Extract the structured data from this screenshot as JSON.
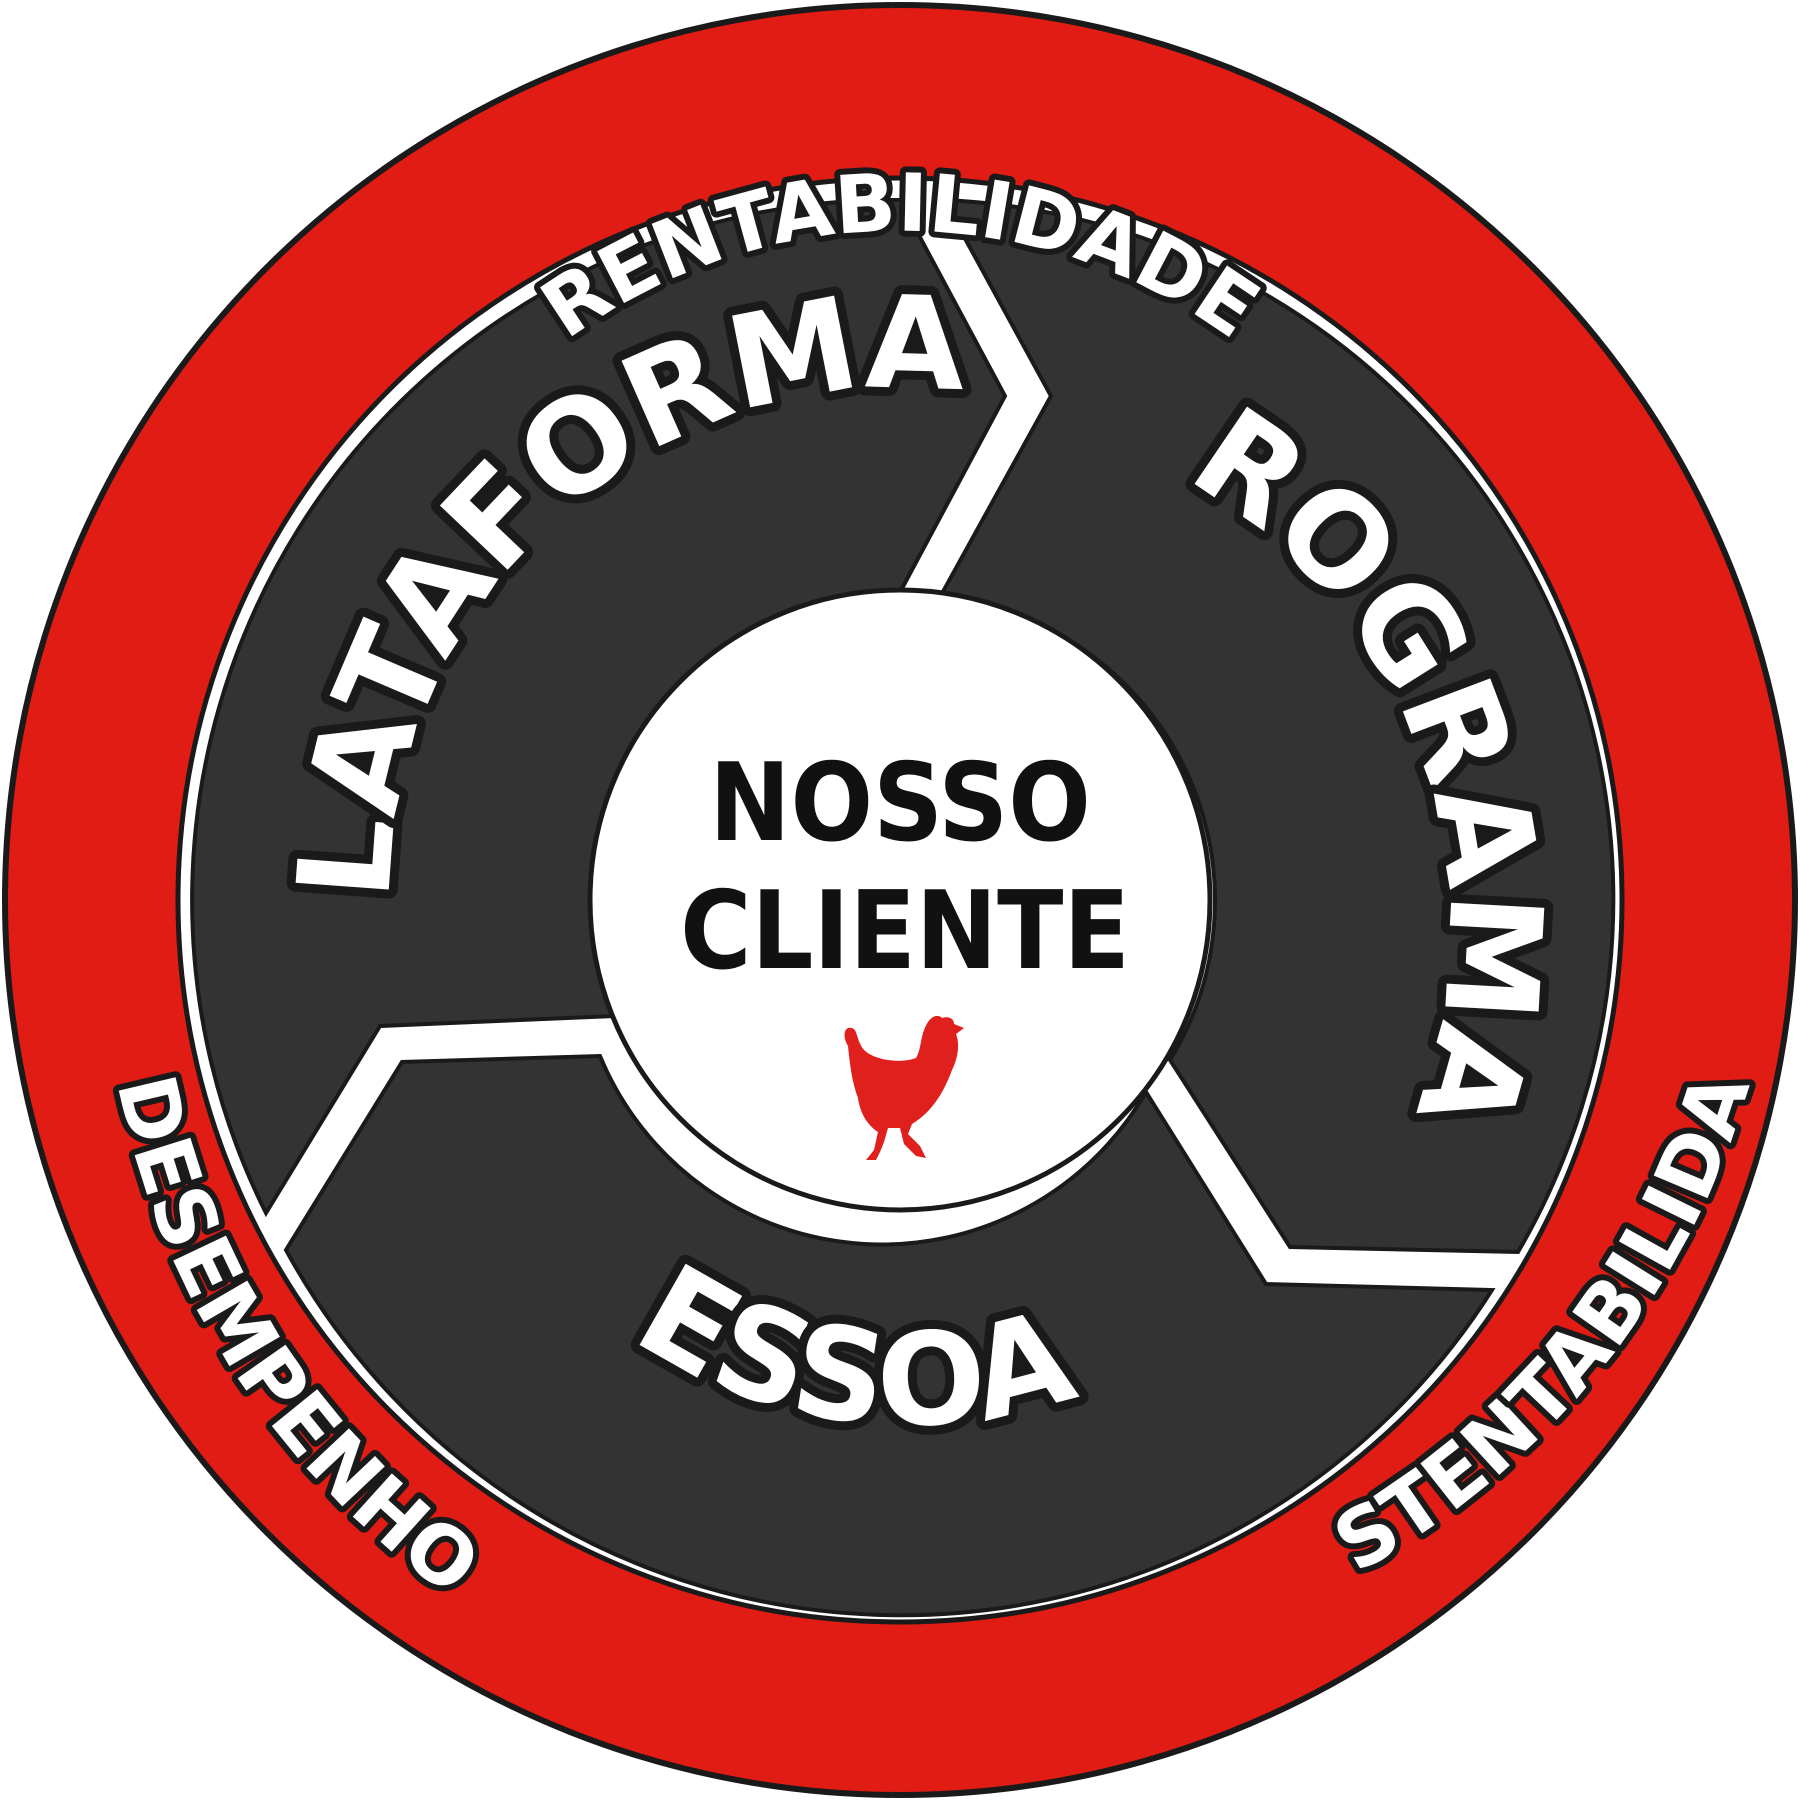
{
  "colors": {
    "ring": "#e01c14",
    "segment": "#333333",
    "outline": "#1a1a1a",
    "background": "#ffffff",
    "hen": "#e0201c"
  },
  "outer_ring": {
    "top": "RENTABILIDADE",
    "left": "DESEMPENHO",
    "right": "SUSTENTABILIDADE"
  },
  "segments": {
    "left": "PLATAFORMAS",
    "right": "PROGRAMAS",
    "bottom": "PESSOAS"
  },
  "center": {
    "line1": "NOSSO",
    "line2": "CLIENTE",
    "icon": "hen-icon"
  }
}
